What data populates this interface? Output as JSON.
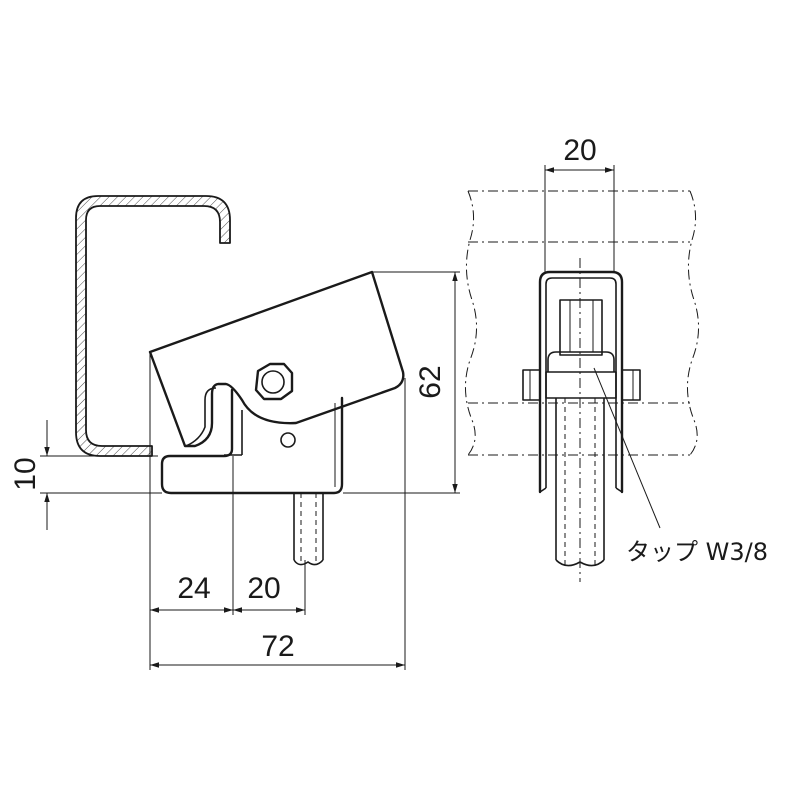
{
  "dimensions": {
    "width_72": "72",
    "width_24": "24",
    "width_20_bottom": "20",
    "height_10": "10",
    "height_62": "62",
    "width_20_top": "20"
  },
  "callout": {
    "tap_label": "タップ W3/8"
  }
}
